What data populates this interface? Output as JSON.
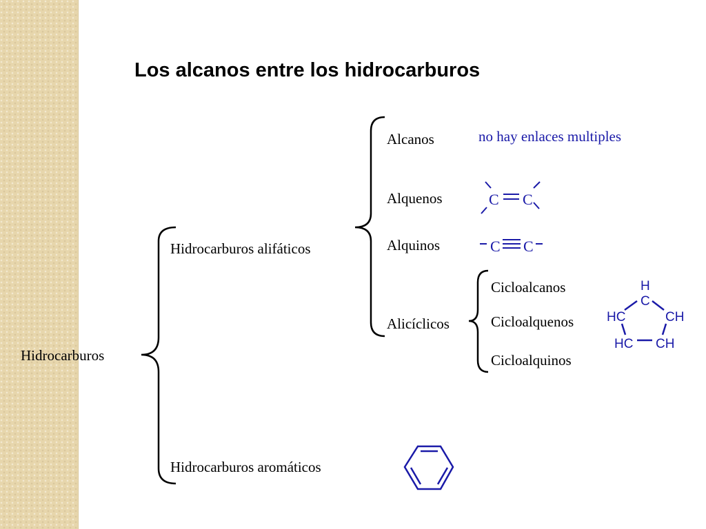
{
  "title": "Los alcanos entre los hidrocarburos",
  "root": "Hidrocarburos",
  "level1": {
    "aliphatic": "Hidrocarburos alifáticos",
    "aromatic": "Hidrocarburos aromáticos"
  },
  "aliphatic_children": {
    "alkanes": "Alcanos",
    "alkenes": "Alquenos",
    "alkynes": "Alquinos",
    "alicyclic": "Alicíclicos"
  },
  "alicyclic_children": {
    "cycloalkanes": "Cicloalcanos",
    "cycloalkenes": "Cicloalquenos",
    "cycloalkynes": "Cicloalquinos"
  },
  "notes": {
    "alkanes": "no hay enlaces multiples"
  },
  "structures": {
    "double_bond": {
      "atom1": "C",
      "atom2": "C",
      "icon": "double-bond-icon"
    },
    "triple_bond": {
      "atom1": "C",
      "atom2": "C",
      "icon": "triple-bond-icon"
    },
    "cyclopentene": {
      "top_h": "H",
      "top_c": "C",
      "left_top": "HC",
      "right_top": "CH",
      "left_bottom": "HC",
      "right_bottom": "CH",
      "icon": "cyclopentene-icon"
    },
    "benzene": {
      "icon": "benzene-ring-icon"
    }
  },
  "colors": {
    "structure": "#1a1aa8",
    "strip": "#e7d6ac",
    "bracket": "#000000"
  }
}
